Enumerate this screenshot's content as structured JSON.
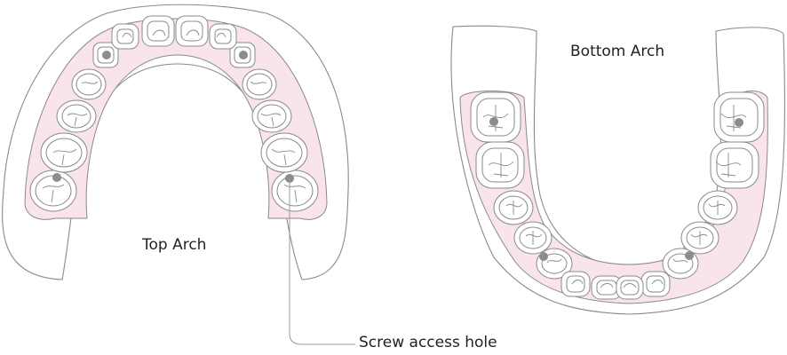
{
  "labels": {
    "top_arch": "Top Arch",
    "bottom_arch": "Bottom Arch",
    "screw_access_hole": "Screw access hole"
  },
  "colors": {
    "outline": "#8a8a8a",
    "gum_fill": "#f9e4ec",
    "screw_dot": "#8c8c8c",
    "leader_line": "#999999"
  }
}
